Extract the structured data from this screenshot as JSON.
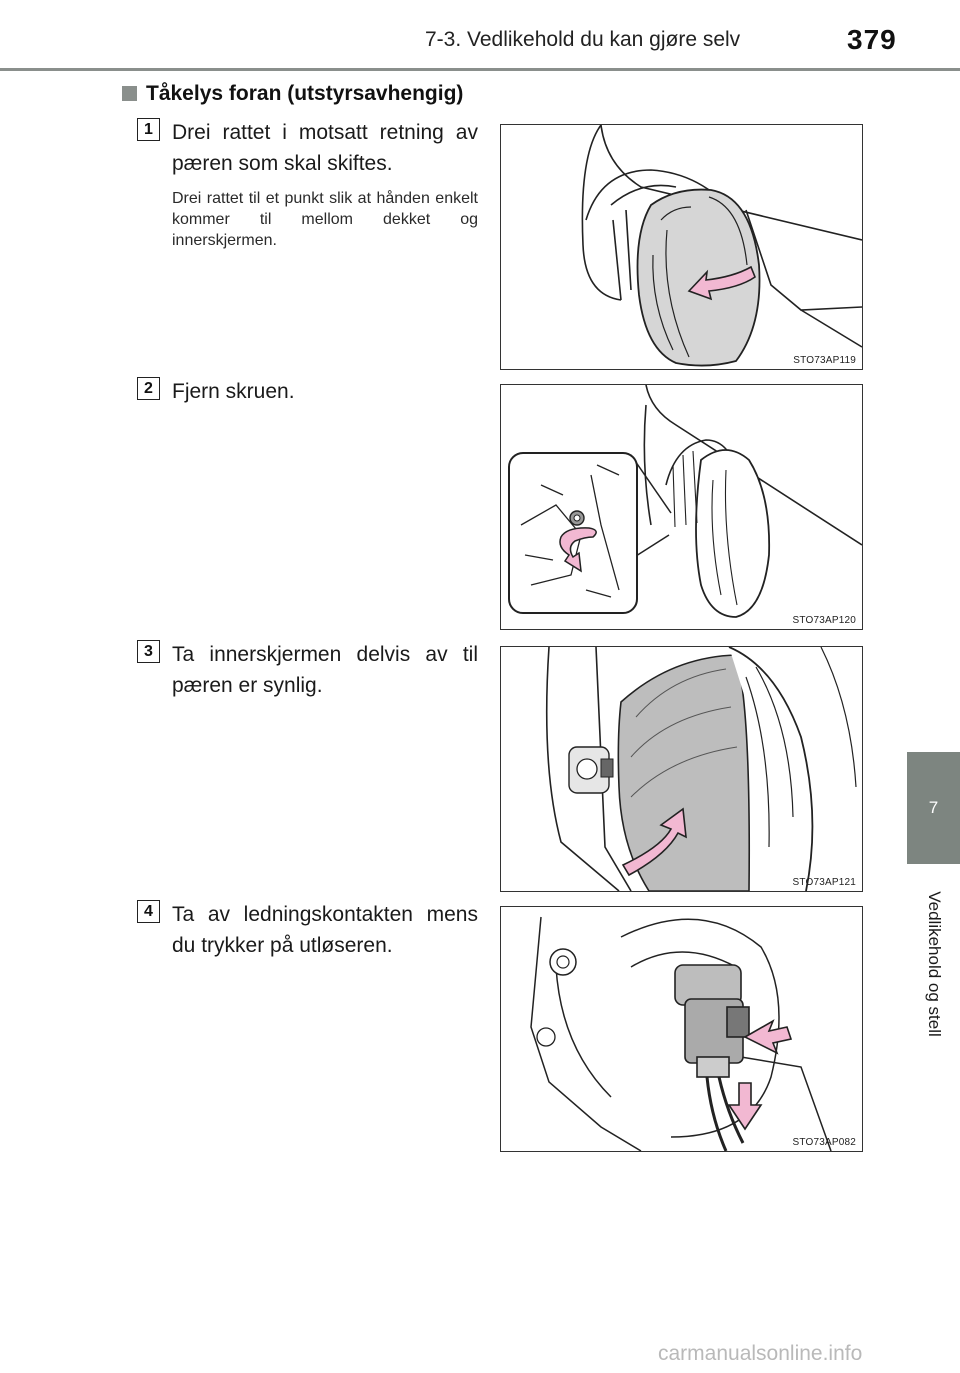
{
  "header": {
    "section_title": "7-3. Vedlikehold du kan gjøre selv",
    "page_number": "379"
  },
  "section": {
    "heading": "Tåkelys foran (utstyrsavhengig)"
  },
  "steps": [
    {
      "number": "1",
      "text": "Drei rattet i motsatt retning av pæren som skal skiftes.",
      "note": "Drei rattet til et punkt slik at hånden enkelt kommer til mellom dekket og innerskjermen.",
      "figure_code": "STO73AP119"
    },
    {
      "number": "2",
      "text": "Fjern skruen.",
      "figure_code": "STO73AP120"
    },
    {
      "number": "3",
      "text": "Ta innerskjermen delvis av til pæren er synlig.",
      "figure_code": "STO73AP121"
    },
    {
      "number": "4",
      "text": "Ta av ledningskontakten mens du trykker på utløseren.",
      "figure_code": "STO73AP082"
    }
  ],
  "chapter_tab": {
    "number": "7",
    "label": "Vedlikehold og stell"
  },
  "watermark": "carmanualsonline.info",
  "colors": {
    "accent_gray": "#8a8f8c",
    "tab_gray": "#7d8580",
    "arrow_pink": "#f2b8d2",
    "liner_gray": "#bdbdbd"
  }
}
